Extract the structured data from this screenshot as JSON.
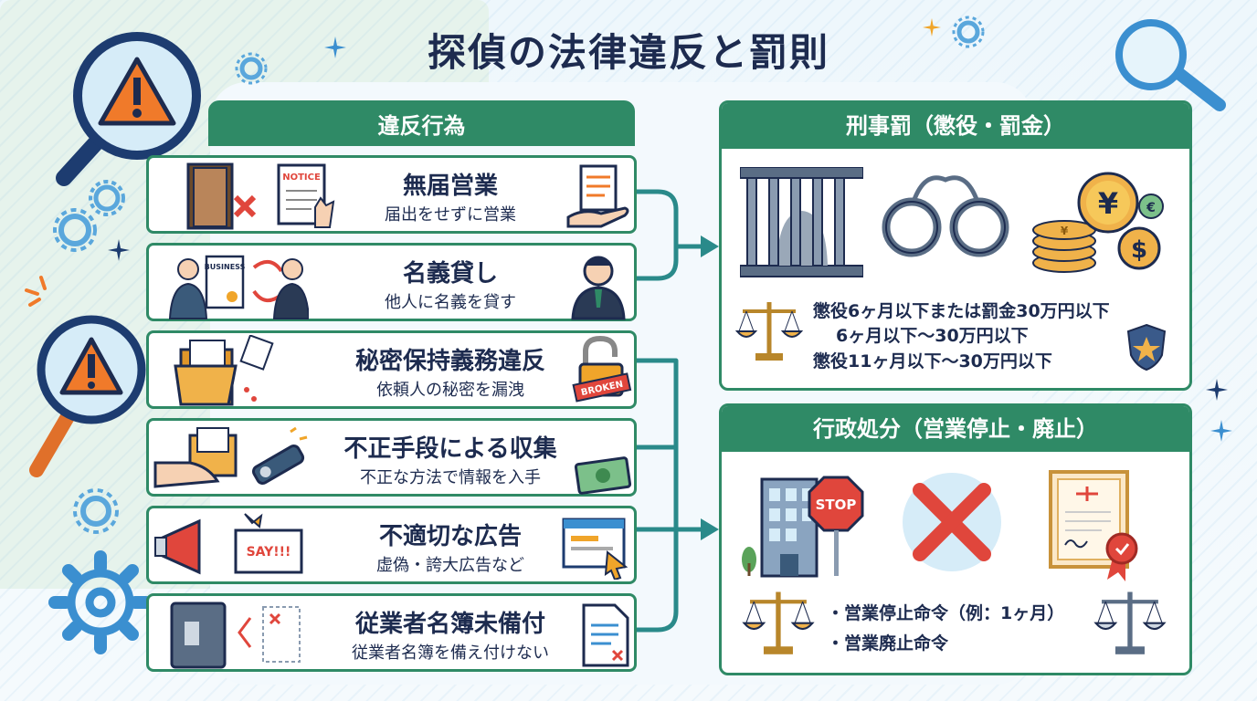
{
  "title": "探偵の法律違反と罰則",
  "violations": {
    "header": "違反行為",
    "items": [
      {
        "title": "無届営業",
        "desc": "届出をせずに営業"
      },
      {
        "title": "名義貸し",
        "desc": "他人に名義を貸す"
      },
      {
        "title": "秘密保持義務違反",
        "desc": "依頼人の秘密を漏洩"
      },
      {
        "title": "不正手段による収集",
        "desc": "不正な方法で情報を入手"
      },
      {
        "title": "不適切な広告",
        "desc": "虚偽・誇大広告など"
      },
      {
        "title": "従業者名簿未備付",
        "desc": "従業者名簿を備え付けない"
      }
    ],
    "labels": {
      "notice": "NOTICE",
      "business": "BUSINESS",
      "broken": "BROKEN",
      "say": "SAY!!!"
    }
  },
  "criminal": {
    "header": "刑事罰（懲役・罰金）",
    "lines": [
      "懲役6ヶ月以下または罰金30万円以下",
      "6ヶ月以下～30万円以下",
      "懲役11ヶ月以下～30万円以下"
    ],
    "currency": {
      "yen": "¥",
      "euro": "€",
      "dollar": "$"
    }
  },
  "administrative": {
    "header": "行政処分（営業停止・廃止）",
    "lines": [
      "・営業停止命令（例：1ヶ月）",
      "・営業廃止命令"
    ],
    "stop_label": "STOP"
  },
  "colors": {
    "green": "#2f8a66",
    "teal": "#2a8a8a",
    "orange": "#f07a2a",
    "red": "#e0463c",
    "navy": "#1d2b4f"
  }
}
